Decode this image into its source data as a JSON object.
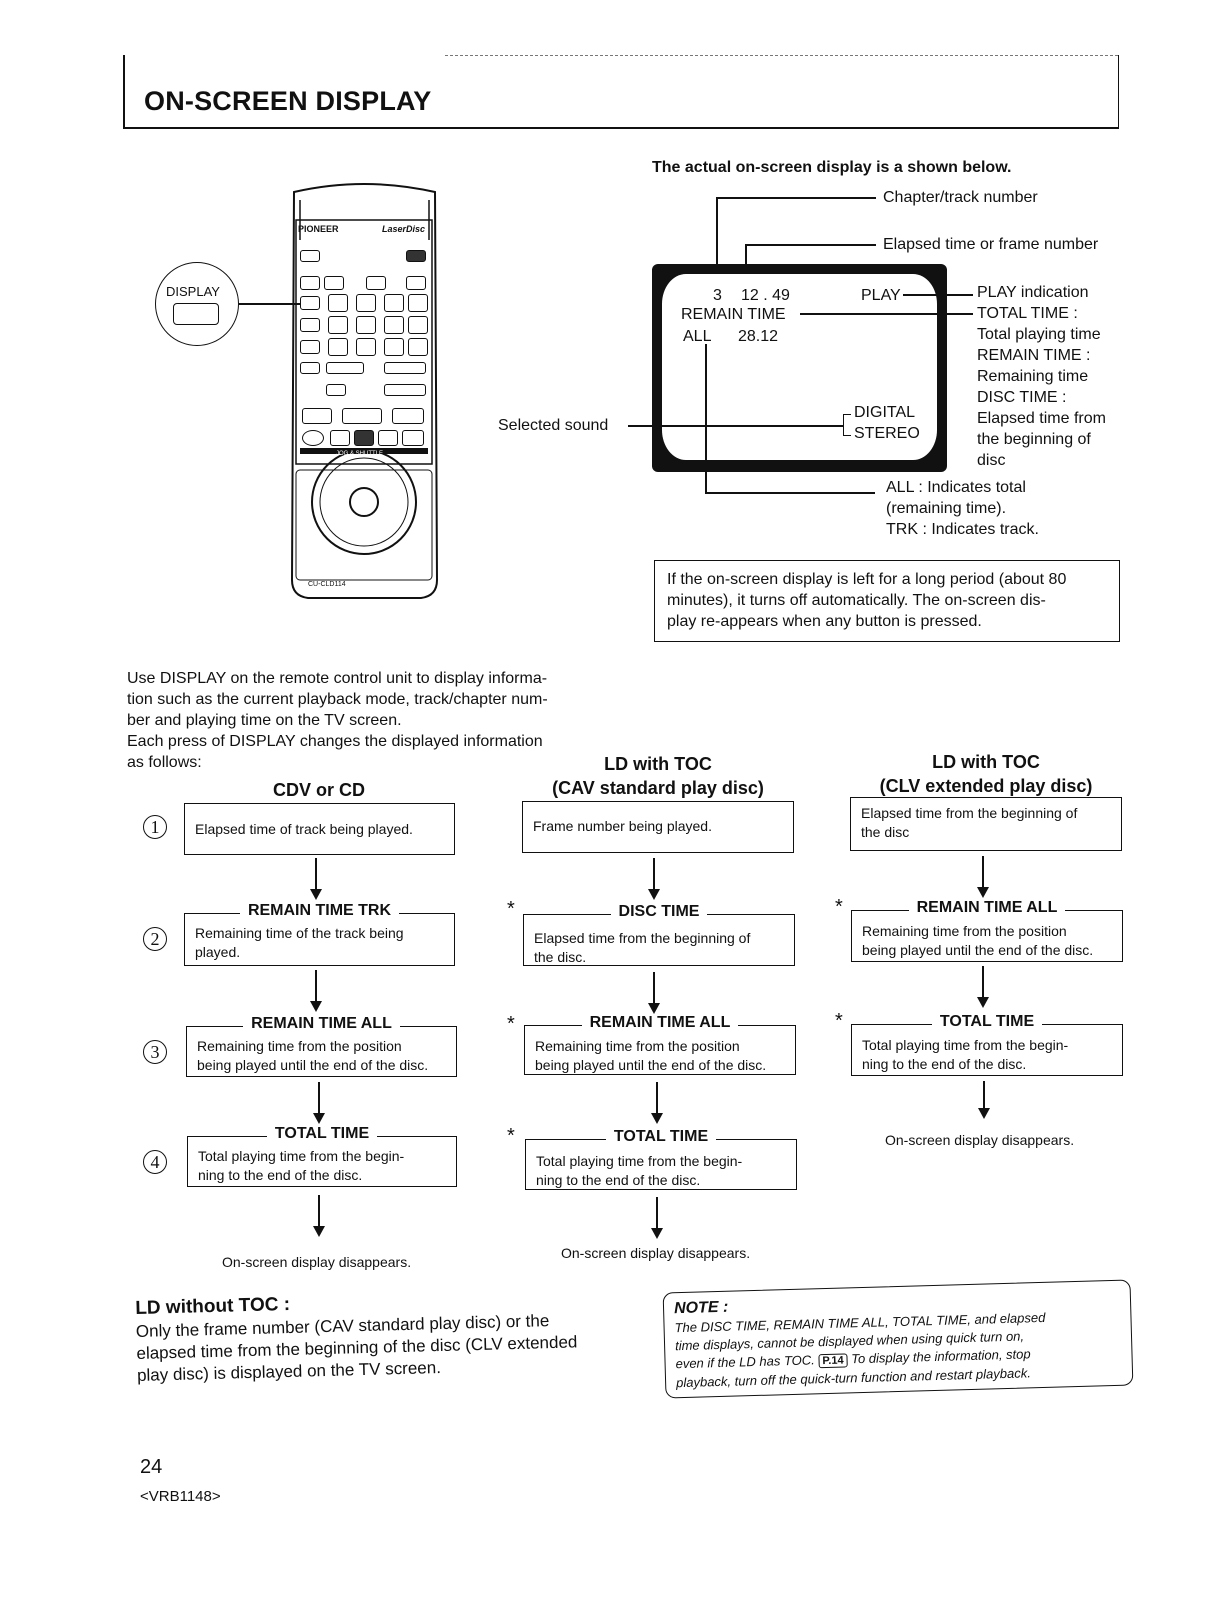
{
  "header": {
    "title": "ON-SCREEN DISPLAY"
  },
  "display_intro": "The actual on-screen display is a shown below.",
  "callouts": {
    "chapter": "Chapter/track number",
    "elapsed": "Elapsed time or frame number",
    "play": "PLAY indication",
    "total_time": "TOTAL TIME :",
    "total_desc": "Total playing time",
    "remain_time": "REMAIN TIME :",
    "remain_desc": "Remaining time",
    "disc_time": "DISC TIME :",
    "disc_desc_1": "Elapsed time from",
    "disc_desc_2": "the beginning of",
    "disc_desc_3": "disc",
    "all_1": "ALL : Indicates total",
    "all_2": "(remaining time).",
    "trk": "TRK : Indicates track.",
    "selected_sound": "Selected sound"
  },
  "tv": {
    "track": "3",
    "time": "12 . 49",
    "play": "PLAY",
    "remain": "REMAIN TIME",
    "all": "ALL",
    "all_time": "28.12",
    "digital": "DIGITAL",
    "stereo": "STEREO"
  },
  "remote": {
    "display_label": "DISPLAY",
    "brand": "PIONEER",
    "logo": "LaserDisc",
    "model": "CU-CLD114",
    "jog": "JOG & SHUTTLE"
  },
  "info_box": "If the on-screen display is left for a long period (about 80 minutes), it turns off automatically. The on-screen display re-appears when any button is pressed.",
  "info_lines": [
    "If the on-screen display is left for a long period (about 80",
    "minutes), it turns off automatically. The on-screen dis-",
    "play re-appears when any button is pressed."
  ],
  "usage_lines": [
    "Use DISPLAY on the remote control unit to display informa-",
    "tion such as the current playback mode, track/chapter num-",
    "ber and playing time on the TV screen.",
    "Each press of DISPLAY changes the displayed information",
    "as follows:"
  ],
  "steps": [
    "①",
    "②",
    "③",
    "④"
  ],
  "columns": {
    "cd": {
      "title": "CDV or CD",
      "box1": "Elapsed time of track being played.",
      "h2": "REMAIN TIME TRK",
      "b2": [
        "Remaining time of the track being",
        "played."
      ],
      "h3": "REMAIN TIME ALL",
      "b3": [
        "Remaining time from the position",
        "being played until the end of the disc."
      ],
      "h4": "TOTAL TIME",
      "b4": [
        "Total playing time from the begin-",
        "ning to the end of the disc."
      ],
      "end": "On-screen display disappears."
    },
    "cav": {
      "title1": "LD with TOC",
      "title2": "(CAV standard play disc)",
      "box1": "Frame number being played.",
      "h2": "DISC TIME",
      "b2": [
        "Elapsed time from the beginning of",
        "the disc."
      ],
      "h3": "REMAIN TIME ALL",
      "b3": [
        "Remaining time from the position",
        "being played until the end of the disc."
      ],
      "h4": "TOTAL TIME",
      "b4": [
        "Total playing time from the begin-",
        "ning to the end of the disc."
      ],
      "end": "On-screen display disappears."
    },
    "clv": {
      "title1": "LD with TOC",
      "title2": "(CLV extended play disc)",
      "box1": [
        "Elapsed time from the beginning of",
        "the disc"
      ],
      "h2": "REMAIN TIME ALL",
      "b2": [
        "Remaining time from the position",
        "being played until the end of the disc."
      ],
      "h3": "TOTAL TIME",
      "b3": [
        "Total playing time from the begin-",
        "ning to the end of the disc."
      ],
      "end": "On-screen display disappears."
    },
    "star": "*"
  },
  "ld_without_toc": {
    "title": "LD without TOC :",
    "lines": [
      "Only the frame number (CAV standard play disc) or the",
      "elapsed time from the beginning of the disc (CLV extended",
      "play disc) is displayed on the TV screen."
    ]
  },
  "note": {
    "title": "NOTE :",
    "lines": [
      "The DISC TIME, REMAIN TIME ALL, TOTAL TIME, and elapsed",
      "time displays, cannot be displayed when using quick turn on,",
      "even if the LD has TOC.",
      "To display the information, stop",
      "playback, turn off the quick-turn function and restart playback."
    ],
    "ref": "P.14"
  },
  "footer": {
    "page": "24",
    "code": "<VRB1148>"
  }
}
